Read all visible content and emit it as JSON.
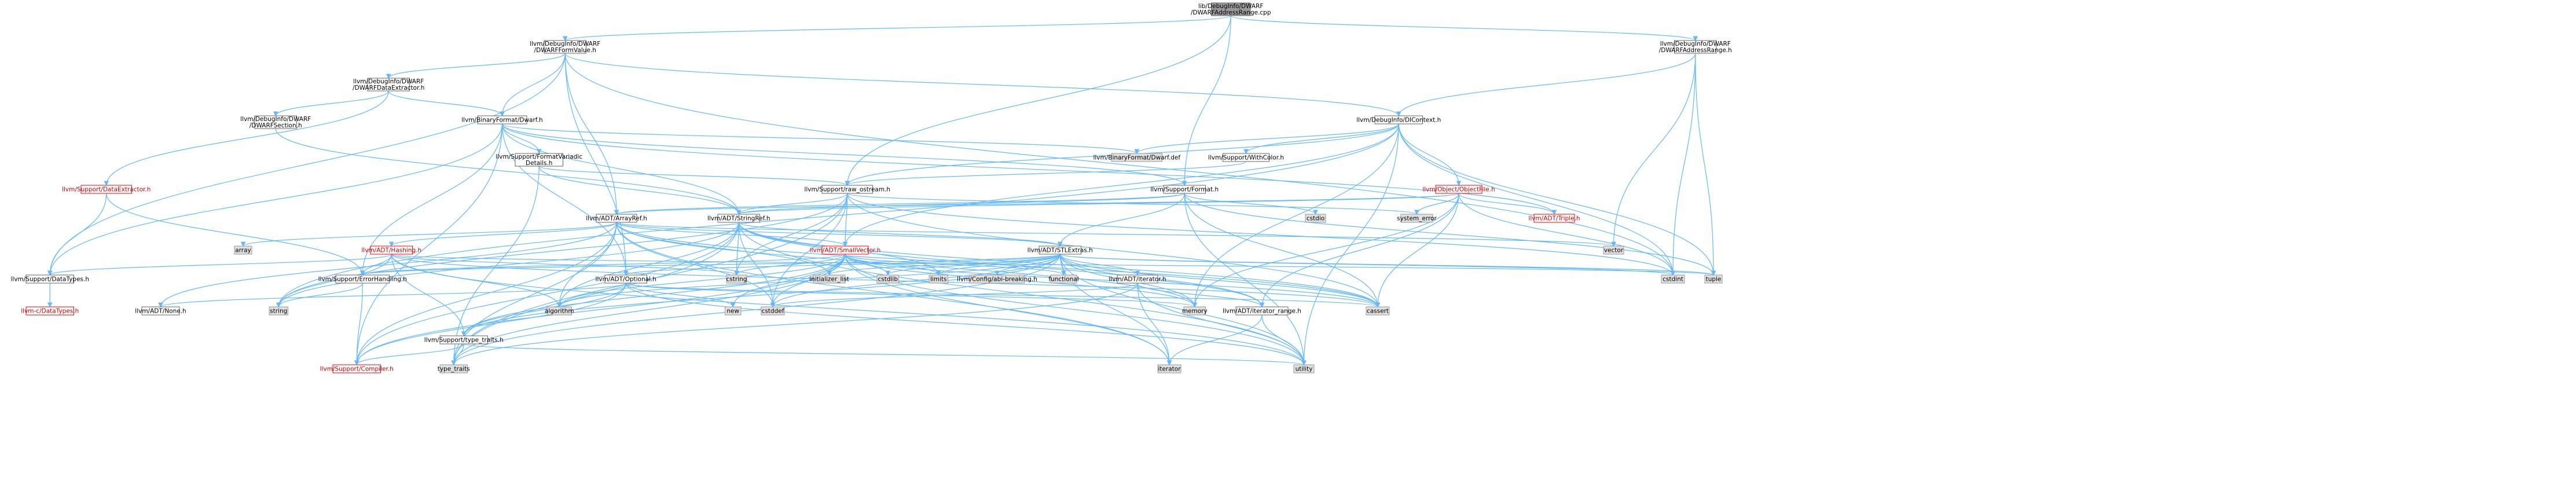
{
  "graph": {
    "nodes": [
      {
        "id": "root",
        "lines": [
          "lib/DebugInfo/DWARF",
          "/DWARFAddressRange.cpp"
        ],
        "kind": "root"
      },
      {
        "id": "formvalue",
        "lines": [
          "llvm/DebugInfo/DWARF",
          "/DWARFFormValue.h"
        ],
        "kind": "normal"
      },
      {
        "id": "addrrange",
        "lines": [
          "llvm/DebugInfo/DWARF",
          "/DWARFAddressRange.h"
        ],
        "kind": "normal"
      },
      {
        "id": "dataextractor_dw",
        "lines": [
          "llvm/DebugInfo/DWARF",
          "/DWARFDataExtractor.h"
        ],
        "kind": "normal"
      },
      {
        "id": "dwarfh",
        "lines": [
          "llvm/BinaryFormat/Dwarf.h"
        ],
        "kind": "normal"
      },
      {
        "id": "dicontext",
        "lines": [
          "llvm/DebugInfo/DIContext.h"
        ],
        "kind": "normal"
      },
      {
        "id": "dwarfsection",
        "lines": [
          "llvm/DebugInfo/DWARF",
          "/DWARFSection.h"
        ],
        "kind": "normal"
      },
      {
        "id": "formatvariadic",
        "lines": [
          "llvm/Support/FormatVariadic",
          "Details.h"
        ],
        "kind": "normal"
      },
      {
        "id": "dwarfdef",
        "lines": [
          "llvm/BinaryFormat/Dwarf.def"
        ],
        "kind": "system"
      },
      {
        "id": "withcolor",
        "lines": [
          "llvm/Support/WithColor.h"
        ],
        "kind": "normal"
      },
      {
        "id": "support_dataextractor",
        "lines": [
          "llvm/Support/DataExtractor.h"
        ],
        "kind": "redbox"
      },
      {
        "id": "rawostream",
        "lines": [
          "llvm/Support/raw_ostream.h"
        ],
        "kind": "normal"
      },
      {
        "id": "format",
        "lines": [
          "llvm/Support/Format.h"
        ],
        "kind": "normal"
      },
      {
        "id": "objectfile",
        "lines": [
          "llvm/Object/ObjectFile.h"
        ],
        "kind": "redbox"
      },
      {
        "id": "arrayref",
        "lines": [
          "llvm/ADT/ArrayRef.h"
        ],
        "kind": "normal"
      },
      {
        "id": "stringref",
        "lines": [
          "llvm/ADT/StringRef.h"
        ],
        "kind": "normal"
      },
      {
        "id": "cstdio",
        "lines": [
          "cstdio"
        ],
        "kind": "system"
      },
      {
        "id": "system_error",
        "lines": [
          "system_error"
        ],
        "kind": "system"
      },
      {
        "id": "triple",
        "lines": [
          "llvm/ADT/Triple.h"
        ],
        "kind": "redbox"
      },
      {
        "id": "array",
        "lines": [
          "array"
        ],
        "kind": "system"
      },
      {
        "id": "hashing",
        "lines": [
          "llvm/ADT/Hashing.h"
        ],
        "kind": "redbox"
      },
      {
        "id": "smallvector",
        "lines": [
          "llvm/ADT/SmallVector.h"
        ],
        "kind": "redbox"
      },
      {
        "id": "stlextras",
        "lines": [
          "llvm/ADT/STLExtras.h"
        ],
        "kind": "normal"
      },
      {
        "id": "vector",
        "lines": [
          "vector"
        ],
        "kind": "system"
      },
      {
        "id": "datatypes",
        "lines": [
          "llvm/Support/DataTypes.h"
        ],
        "kind": "normal"
      },
      {
        "id": "errorhandling",
        "lines": [
          "llvm/Support/ErrorHandling.h"
        ],
        "kind": "normal"
      },
      {
        "id": "cstring",
        "lines": [
          "cstring"
        ],
        "kind": "system"
      },
      {
        "id": "initializer_list",
        "lines": [
          "initializer_list"
        ],
        "kind": "system"
      },
      {
        "id": "cstdlib",
        "lines": [
          "cstdlib"
        ],
        "kind": "system"
      },
      {
        "id": "limits",
        "lines": [
          "limits"
        ],
        "kind": "system"
      },
      {
        "id": "abibreaking",
        "lines": [
          "llvm/Config/abi-breaking.h"
        ],
        "kind": "system"
      },
      {
        "id": "functional",
        "lines": [
          "functional"
        ],
        "kind": "system"
      },
      {
        "id": "cstdint",
        "lines": [
          "cstdint"
        ],
        "kind": "system"
      },
      {
        "id": "tuple",
        "lines": [
          "tuple"
        ],
        "kind": "system"
      },
      {
        "id": "optional",
        "lines": [
          "llvm/ADT/Optional.h"
        ],
        "kind": "normal"
      },
      {
        "id": "iteratorh",
        "lines": [
          "llvm/ADT/iterator.h"
        ],
        "kind": "normal"
      },
      {
        "id": "cdatatypes",
        "lines": [
          "llvm-c/DataTypes.h"
        ],
        "kind": "redbox"
      },
      {
        "id": "none",
        "lines": [
          "llvm/ADT/None.h"
        ],
        "kind": "normal"
      },
      {
        "id": "string",
        "lines": [
          "string"
        ],
        "kind": "system"
      },
      {
        "id": "typetraits_support",
        "lines": [
          "llvm/Support/type_traits.h"
        ],
        "kind": "normal"
      },
      {
        "id": "algorithm",
        "lines": [
          "algorithm"
        ],
        "kind": "system"
      },
      {
        "id": "new",
        "lines": [
          "new"
        ],
        "kind": "system"
      },
      {
        "id": "cstddef",
        "lines": [
          "cstddef"
        ],
        "kind": "system"
      },
      {
        "id": "memory",
        "lines": [
          "memory"
        ],
        "kind": "system"
      },
      {
        "id": "cassert",
        "lines": [
          "cassert"
        ],
        "kind": "system"
      },
      {
        "id": "iterator_range",
        "lines": [
          "llvm/ADT/iterator_range.h"
        ],
        "kind": "normal"
      },
      {
        "id": "compiler",
        "lines": [
          "llvm/Support/Compiler.h"
        ],
        "kind": "redbox"
      },
      {
        "id": "type_traits",
        "lines": [
          "type_traits"
        ],
        "kind": "system"
      },
      {
        "id": "iterator",
        "lines": [
          "iterator"
        ],
        "kind": "system"
      },
      {
        "id": "utility",
        "lines": [
          "utility"
        ],
        "kind": "system"
      }
    ],
    "edges": [
      [
        "root",
        "formvalue"
      ],
      [
        "root",
        "addrrange"
      ],
      [
        "root",
        "rawostream"
      ],
      [
        "root",
        "format"
      ],
      [
        "formvalue",
        "dataextractor_dw"
      ],
      [
        "formvalue",
        "dwarfh"
      ],
      [
        "formvalue",
        "dicontext"
      ],
      [
        "formvalue",
        "arrayref"
      ],
      [
        "formvalue",
        "optional"
      ],
      [
        "formvalue",
        "cstdint"
      ],
      [
        "formvalue",
        "datatypes"
      ],
      [
        "addrrange",
        "dicontext"
      ],
      [
        "addrrange",
        "cstdint"
      ],
      [
        "addrrange",
        "tuple"
      ],
      [
        "addrrange",
        "vector"
      ],
      [
        "dataextractor_dw",
        "dwarfh"
      ],
      [
        "dataextractor_dw",
        "dwarfsection"
      ],
      [
        "dataextractor_dw",
        "support_dataextractor"
      ],
      [
        "dwarfh",
        "formatvariadic"
      ],
      [
        "dwarfh",
        "dwarfdef"
      ],
      [
        "dwarfh",
        "stringref"
      ],
      [
        "dwarfh",
        "errorhandling"
      ],
      [
        "dwarfh",
        "format"
      ],
      [
        "dwarfh",
        "datatypes"
      ],
      [
        "dwarfh",
        "compiler"
      ],
      [
        "dwarfh",
        "triple"
      ],
      [
        "dwarfh",
        "optional"
      ],
      [
        "dwarfsection",
        "stringref"
      ],
      [
        "dicontext",
        "withcolor"
      ],
      [
        "dicontext",
        "rawostream"
      ],
      [
        "dicontext",
        "dwarfdef"
      ],
      [
        "dicontext",
        "objectfile"
      ],
      [
        "dicontext",
        "smallvector"
      ],
      [
        "dicontext",
        "cstdint"
      ],
      [
        "dicontext",
        "memory"
      ],
      [
        "dicontext",
        "string"
      ],
      [
        "dicontext",
        "tuple"
      ],
      [
        "dicontext",
        "utility"
      ],
      [
        "withcolor",
        "rawostream"
      ],
      [
        "formatvariadic",
        "rawostream"
      ],
      [
        "formatvariadic",
        "stringref"
      ],
      [
        "formatvariadic",
        "type_traits"
      ],
      [
        "support_dataextractor",
        "datatypes"
      ],
      [
        "support_dataextractor",
        "errorhandling"
      ],
      [
        "rawostream",
        "stringref"
      ],
      [
        "rawostream",
        "smallvector"
      ],
      [
        "rawostream",
        "cassert"
      ],
      [
        "rawostream",
        "cstddef"
      ],
      [
        "rawostream",
        "cstdint"
      ],
      [
        "rawostream",
        "cstring"
      ],
      [
        "rawostream",
        "string"
      ],
      [
        "rawostream",
        "system_error"
      ],
      [
        "rawostream",
        "type_traits"
      ],
      [
        "format",
        "arrayref"
      ],
      [
        "format",
        "stringref"
      ],
      [
        "format",
        "stlextras"
      ],
      [
        "format",
        "cassert"
      ],
      [
        "format",
        "cstdio"
      ],
      [
        "format",
        "tuple"
      ],
      [
        "format",
        "utility"
      ],
      [
        "objectfile",
        "arrayref"
      ],
      [
        "objectfile",
        "stringref"
      ],
      [
        "objectfile",
        "triple"
      ],
      [
        "objectfile",
        "iterator_range"
      ],
      [
        "objectfile",
        "memory"
      ],
      [
        "objectfile",
        "system_error"
      ],
      [
        "objectfile",
        "cassert"
      ],
      [
        "objectfile",
        "cstdint"
      ],
      [
        "arrayref",
        "hashing"
      ],
      [
        "arrayref",
        "smallvector"
      ],
      [
        "arrayref",
        "stlextras"
      ],
      [
        "arrayref",
        "compiler"
      ],
      [
        "arrayref",
        "algorithm"
      ],
      [
        "arrayref",
        "array"
      ],
      [
        "arrayref",
        "cassert"
      ],
      [
        "arrayref",
        "cstddef"
      ],
      [
        "arrayref",
        "initializer_list"
      ],
      [
        "arrayref",
        "iterator"
      ],
      [
        "arrayref",
        "memory"
      ],
      [
        "arrayref",
        "type_traits"
      ],
      [
        "arrayref",
        "vector"
      ],
      [
        "arrayref",
        "none"
      ],
      [
        "stringref",
        "stlextras"
      ],
      [
        "stringref",
        "iterator_range"
      ],
      [
        "stringref",
        "compiler"
      ],
      [
        "stringref",
        "algorithm"
      ],
      [
        "stringref",
        "cassert"
      ],
      [
        "stringref",
        "cstddef"
      ],
      [
        "stringref",
        "cstring"
      ],
      [
        "stringref",
        "limits"
      ],
      [
        "stringref",
        "string"
      ],
      [
        "stringref",
        "type_traits"
      ],
      [
        "stringref",
        "utility"
      ],
      [
        "hashing",
        "errorhandling"
      ],
      [
        "hashing",
        "datatypes"
      ],
      [
        "hashing",
        "algorithm"
      ],
      [
        "hashing",
        "cassert"
      ],
      [
        "hashing",
        "cstring"
      ],
      [
        "hashing",
        "string"
      ],
      [
        "hashing",
        "tuple"
      ],
      [
        "hashing",
        "utility"
      ],
      [
        "hashing",
        "typetraits_support"
      ],
      [
        "smallvector",
        "compiler"
      ],
      [
        "smallvector",
        "typetraits_support"
      ],
      [
        "smallvector",
        "algorithm"
      ],
      [
        "smallvector",
        "cassert"
      ],
      [
        "smallvector",
        "cstddef"
      ],
      [
        "smallvector",
        "cstdlib"
      ],
      [
        "smallvector",
        "cstring"
      ],
      [
        "smallvector",
        "functional"
      ],
      [
        "smallvector",
        "initializer_list"
      ],
      [
        "smallvector",
        "iterator"
      ],
      [
        "smallvector",
        "limits"
      ],
      [
        "smallvector",
        "memory"
      ],
      [
        "smallvector",
        "new"
      ],
      [
        "smallvector",
        "type_traits"
      ],
      [
        "smallvector",
        "utility"
      ],
      [
        "smallvector",
        "errorhandling"
      ],
      [
        "stlextras",
        "optional"
      ],
      [
        "stlextras",
        "iteratorh"
      ],
      [
        "stlextras",
        "iterator_range"
      ],
      [
        "stlextras",
        "abibreaking"
      ],
      [
        "stlextras",
        "errorhandling"
      ],
      [
        "stlextras",
        "algorithm"
      ],
      [
        "stlextras",
        "cassert"
      ],
      [
        "stlextras",
        "cstddef"
      ],
      [
        "stlextras",
        "cstdint"
      ],
      [
        "stlextras",
        "cstdlib"
      ],
      [
        "stlextras",
        "functional"
      ],
      [
        "stlextras",
        "initializer_list"
      ],
      [
        "stlextras",
        "iterator"
      ],
      [
        "stlextras",
        "limits"
      ],
      [
        "stlextras",
        "memory"
      ],
      [
        "stlextras",
        "tuple"
      ],
      [
        "stlextras",
        "type_traits"
      ],
      [
        "stlextras",
        "utility"
      ],
      [
        "stlextras",
        "typetraits_support"
      ],
      [
        "datatypes",
        "cdatatypes"
      ],
      [
        "errorhandling",
        "compiler"
      ],
      [
        "errorhandling",
        "string"
      ],
      [
        "optional",
        "none"
      ],
      [
        "optional",
        "compiler"
      ],
      [
        "optional",
        "typetraits_support"
      ],
      [
        "optional",
        "cassert"
      ],
      [
        "optional",
        "memory"
      ],
      [
        "optional",
        "new"
      ],
      [
        "optional",
        "utility"
      ],
      [
        "iteratorh",
        "iterator_range"
      ],
      [
        "iteratorh",
        "cstddef"
      ],
      [
        "iteratorh",
        "iterator"
      ],
      [
        "iteratorh",
        "type_traits"
      ],
      [
        "iteratorh",
        "utility"
      ],
      [
        "typetraits_support",
        "compiler"
      ],
      [
        "typetraits_support",
        "type_traits"
      ],
      [
        "typetraits_support",
        "utility"
      ],
      [
        "iterator_range",
        "iterator"
      ],
      [
        "iterator_range",
        "utility"
      ]
    ]
  },
  "colors": {
    "edge": "#63b8ff",
    "root_fill": "#999999",
    "system_fill": "#e0e0e0",
    "red_border": "#ff0000"
  }
}
